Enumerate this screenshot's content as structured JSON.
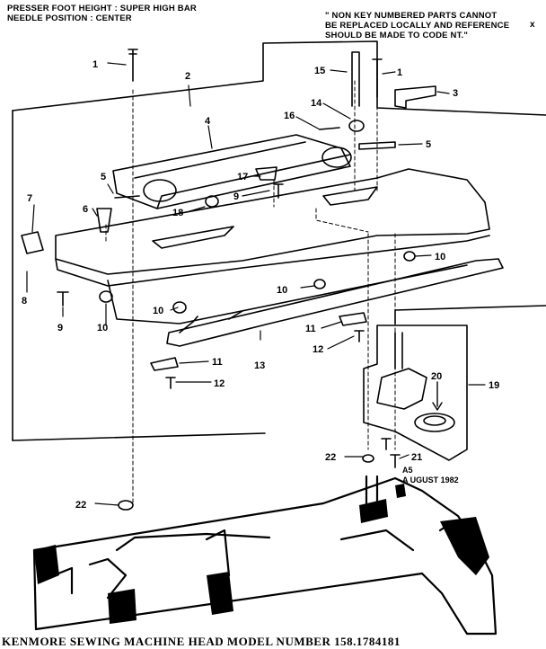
{
  "header": {
    "left_line1": "PRESSER FOOT HEIGHT : SUPER HIGH BAR",
    "left_line2": "NEEDLE POSITION : CENTER",
    "right_line1": "\" NON KEY NUMBERED PARTS CANNOT",
    "right_line2": "BE REPLACED LOCALLY AND REFERENCE",
    "right_line3": "SHOULD BE MADE TO CODE NT.\"",
    "corner_mark": "x"
  },
  "callouts": [
    {
      "label": "1"
    },
    {
      "label": "2"
    },
    {
      "label": "4"
    },
    {
      "label": "5"
    },
    {
      "label": "6"
    },
    {
      "label": "7"
    },
    {
      "label": "8"
    },
    {
      "label": "9"
    },
    {
      "label": "10"
    },
    {
      "label": "10"
    },
    {
      "label": "17"
    },
    {
      "label": "9"
    },
    {
      "label": "18"
    },
    {
      "label": "15"
    },
    {
      "label": "1"
    },
    {
      "label": "3"
    },
    {
      "label": "14"
    },
    {
      "label": "16"
    },
    {
      "label": "5"
    },
    {
      "label": "10"
    },
    {
      "label": "10"
    },
    {
      "label": "10"
    },
    {
      "label": "11"
    },
    {
      "label": "12"
    },
    {
      "label": "13"
    },
    {
      "label": "11"
    },
    {
      "label": "12"
    },
    {
      "label": "20"
    },
    {
      "label": "19"
    },
    {
      "label": "22"
    },
    {
      "label": "21"
    },
    {
      "label": "22"
    }
  ],
  "stamp": {
    "code": "A5",
    "date": "A UGUST  1982"
  },
  "footer": {
    "title": "KENMORE SEWING MACHINE HEAD  MODEL NUMBER 158.1784181"
  }
}
